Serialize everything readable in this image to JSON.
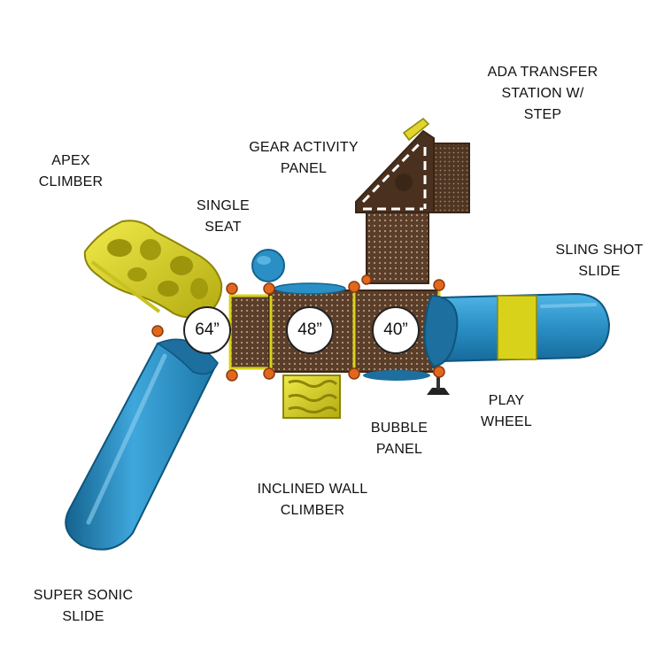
{
  "colors": {
    "slide_blue": "#2a8fc4",
    "slide_blue_dark": "#14638f",
    "accent_yellow": "#d9d21a",
    "deck_brown": "#5a3e2b",
    "clamp_orange": "#e2671d"
  },
  "labels": {
    "ada_transfer": [
      "ADA TRANSFER",
      "STATION W/",
      "STEP"
    ],
    "gear_activity": [
      "GEAR ACTIVITY",
      "PANEL"
    ],
    "apex_climber": [
      "APEX",
      "CLIMBER"
    ],
    "single_seat": [
      "SINGLE",
      "SEAT"
    ],
    "sling_shot": [
      "SLING SHOT",
      "SLIDE"
    ],
    "play_wheel": [
      "PLAY",
      "WHEEL"
    ],
    "bubble_panel": [
      "BUBBLE",
      "PANEL"
    ],
    "inclined_wall": [
      "INCLINED WALL",
      "CLIMBER"
    ],
    "super_sonic": [
      "SUPER SONIC",
      "SLIDE"
    ]
  },
  "deck_heights": [
    "64”",
    "48”",
    "40”"
  ]
}
